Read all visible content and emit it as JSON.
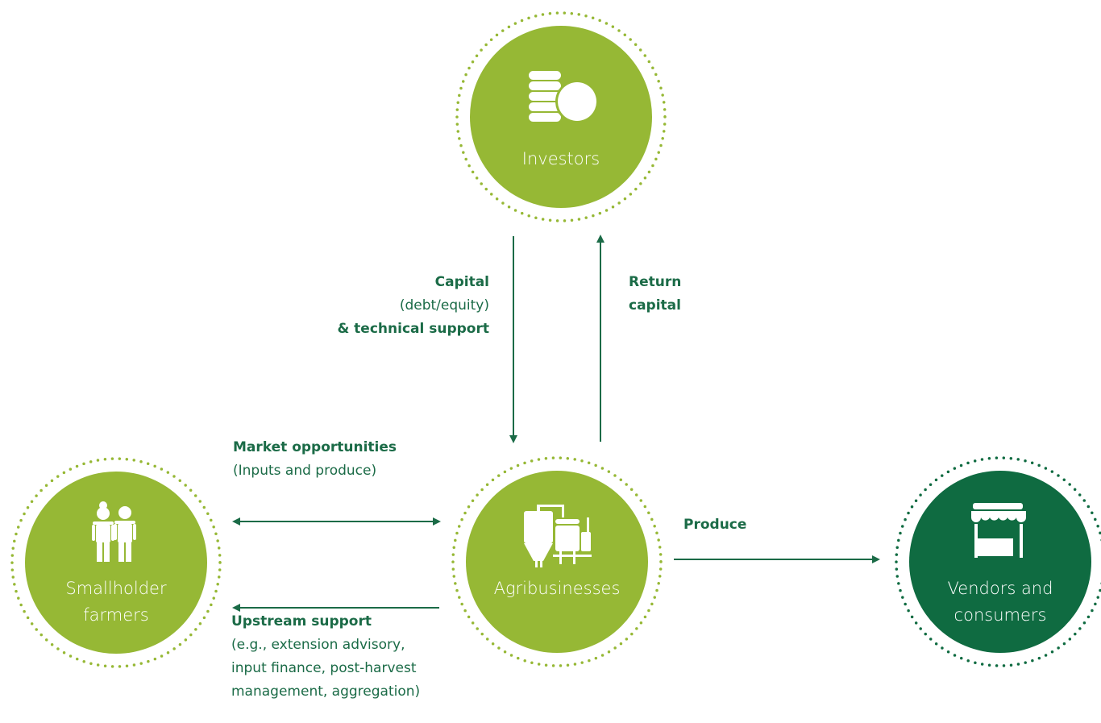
{
  "colors": {
    "light_green": "#96b835",
    "dark_green": "#0f6b41",
    "arrow": "#1b6b47"
  },
  "nodes": {
    "investors": {
      "label": "Investors",
      "icon": "coins-icon"
    },
    "agribusinesses": {
      "label": "Agribusinesses",
      "icon": "processing-plant-icon"
    },
    "smallholder": {
      "line1": "Smallholder",
      "line2": "farmers",
      "icon": "farmers-icon"
    },
    "vendors": {
      "line1": "Vendors and",
      "line2": "consumers",
      "icon": "market-stall-icon"
    }
  },
  "flows": {
    "capital": {
      "title": "Capital",
      "line2": "(debt/equity)",
      "line3": "& technical support"
    },
    "return_capital": {
      "line1": "Return",
      "line2": "capital"
    },
    "market": {
      "title": "Market opportunities",
      "line2": "(Inputs and produce)"
    },
    "produce": {
      "title": "Produce"
    },
    "upstream": {
      "title": "Upstream support",
      "line2": "(e.g., extension advisory,",
      "line3": "input finance, post-harvest",
      "line4": "management, aggregation)"
    }
  }
}
